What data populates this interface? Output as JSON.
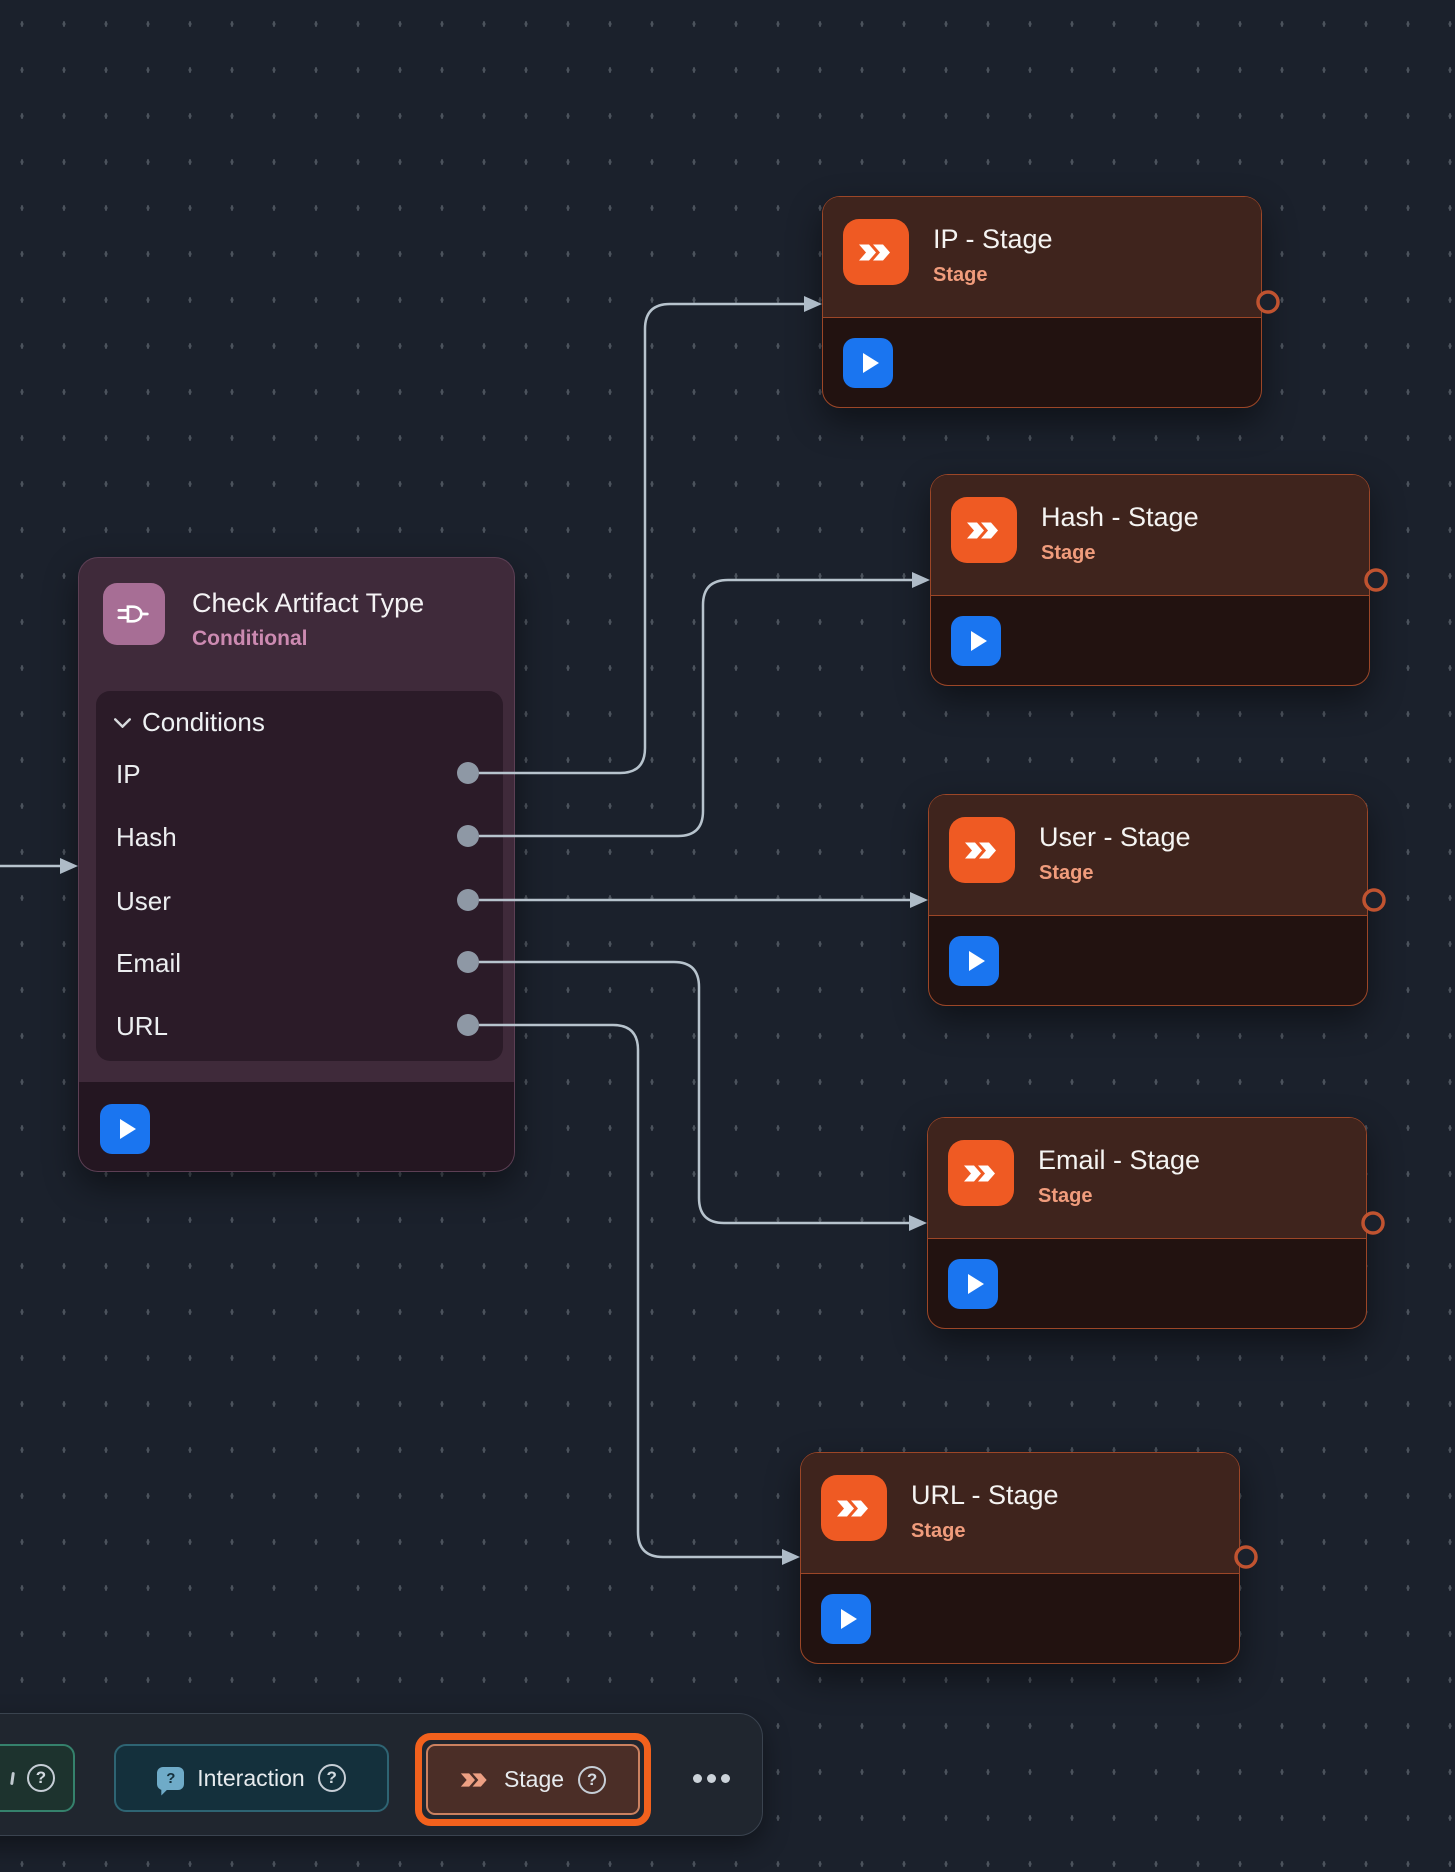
{
  "canvas": {
    "conditional_node": {
      "title": "Check Artifact Type",
      "type_label": "Conditional",
      "section_label": "Conditions",
      "conditions": [
        "IP",
        "Hash",
        "User",
        "Email",
        "URL"
      ]
    },
    "stage_nodes": [
      {
        "title": "IP - Stage",
        "type_label": "Stage"
      },
      {
        "title": "Hash - Stage",
        "type_label": "Stage"
      },
      {
        "title": "User - Stage",
        "type_label": "Stage"
      },
      {
        "title": "Email - Stage",
        "type_label": "Stage"
      },
      {
        "title": "URL - Stage",
        "type_label": "Stage"
      }
    ]
  },
  "toolbar": {
    "interaction_label": "Interaction",
    "stage_label": "Stage",
    "help_glyph": "?",
    "bubble_glyph": "?"
  },
  "colors": {
    "canvas_bg": "#1b212c",
    "edge": "#b7c3cd",
    "stage_accent": "#ef5a23",
    "stage_subtitle": "#f09c7c",
    "conditional_accent": "#a76e95",
    "conditional_subtitle": "#cc8ab1",
    "play_button_blue": "#1a75f0",
    "selection_ring_orange": "#f2611d"
  }
}
